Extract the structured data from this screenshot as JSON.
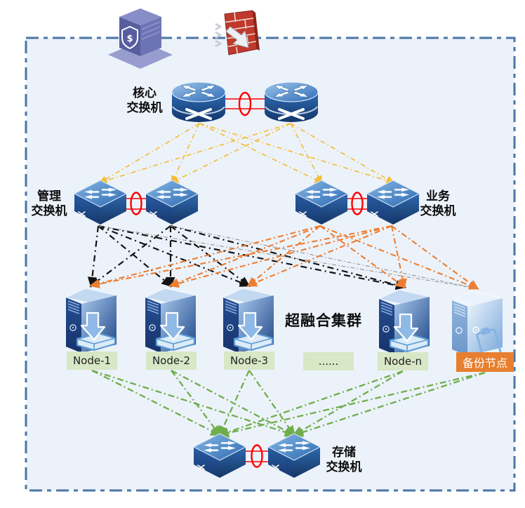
{
  "labels": {
    "core": [
      "核心",
      "交换机"
    ],
    "mgmt": [
      "管理",
      "交换机"
    ],
    "business": [
      "业务",
      "交换机"
    ],
    "storage": [
      "存储",
      "交换机"
    ]
  },
  "cluster": {
    "title": "超融合集群",
    "nodes": [
      {
        "id": "node-1",
        "label": "Node-1",
        "kind": "server"
      },
      {
        "id": "node-2",
        "label": "Node-2",
        "kind": "server"
      },
      {
        "id": "node-3",
        "label": "Node-3",
        "kind": "server"
      },
      {
        "id": "dots",
        "label": "......",
        "kind": "dots"
      },
      {
        "id": "node-n",
        "label": "Node-n",
        "kind": "server"
      }
    ],
    "backup": {
      "id": "backup",
      "label": "备份节点",
      "kind": "backup-server"
    }
  },
  "icons": {
    "security": "security-appliance-icon",
    "firewall": "firewall-icon",
    "core_switch": "router-icon",
    "access_switch": "switch-icon",
    "server": "server-tower-icon",
    "backup_server": "backup-server-tower-icon",
    "link_aggregation": "red-ellipse-link-icon"
  },
  "colors": {
    "canvas_bg": "#ecf2fa",
    "frame_border": "#4b76a4",
    "trunk": "#f5bd3a",
    "mgmt": "#141414",
    "mgmt_alt": "#8c8c8c",
    "business": "#ed7d31",
    "storage": "#6fae4b",
    "link": "#ff0000",
    "node_label_bg": "#d8e7c6",
    "backup_label_bg": "#e87f2e",
    "backup_label_text": "#ffffff",
    "label_text": "#0d0d0d"
  },
  "edges": {
    "trunk": [
      [
        "core-1",
        "mgmt-1"
      ],
      [
        "core-1",
        "mgmt-2"
      ],
      [
        "core-1",
        "biz-1"
      ],
      [
        "core-1",
        "biz-2"
      ],
      [
        "core-2",
        "mgmt-1"
      ],
      [
        "core-2",
        "mgmt-2"
      ],
      [
        "core-2",
        "biz-1"
      ],
      [
        "core-2",
        "biz-2"
      ]
    ],
    "mgmt": [
      [
        "mgmt-1",
        "node-1"
      ],
      [
        "mgmt-1",
        "node-2"
      ],
      [
        "mgmt-1",
        "node-3"
      ],
      [
        "mgmt-1",
        "node-n"
      ],
      [
        "mgmt-2",
        "node-1"
      ],
      [
        "mgmt-2",
        "node-2"
      ],
      [
        "mgmt-2",
        "node-3"
      ],
      [
        "mgmt-2",
        "node-n"
      ]
    ],
    "mgmt_backup": [
      [
        "mgmt-1",
        "backup"
      ],
      [
        "mgmt-2",
        "backup"
      ]
    ],
    "business": [
      [
        "biz-1",
        "node-1"
      ],
      [
        "biz-1",
        "node-2"
      ],
      [
        "biz-1",
        "node-3"
      ],
      [
        "biz-1",
        "node-n"
      ],
      [
        "biz-1",
        "backup"
      ],
      [
        "biz-2",
        "node-1"
      ],
      [
        "biz-2",
        "node-2"
      ],
      [
        "biz-2",
        "node-3"
      ],
      [
        "biz-2",
        "node-n"
      ],
      [
        "biz-2",
        "backup"
      ]
    ],
    "storage": [
      [
        "node-1",
        "stor-1"
      ],
      [
        "node-1",
        "stor-2"
      ],
      [
        "node-2",
        "stor-1"
      ],
      [
        "node-2",
        "stor-2"
      ],
      [
        "node-3",
        "stor-1"
      ],
      [
        "node-3",
        "stor-2"
      ],
      [
        "node-n",
        "stor-1"
      ],
      [
        "node-n",
        "stor-2"
      ],
      [
        "backup",
        "stor-1"
      ],
      [
        "backup",
        "stor-2"
      ]
    ]
  }
}
